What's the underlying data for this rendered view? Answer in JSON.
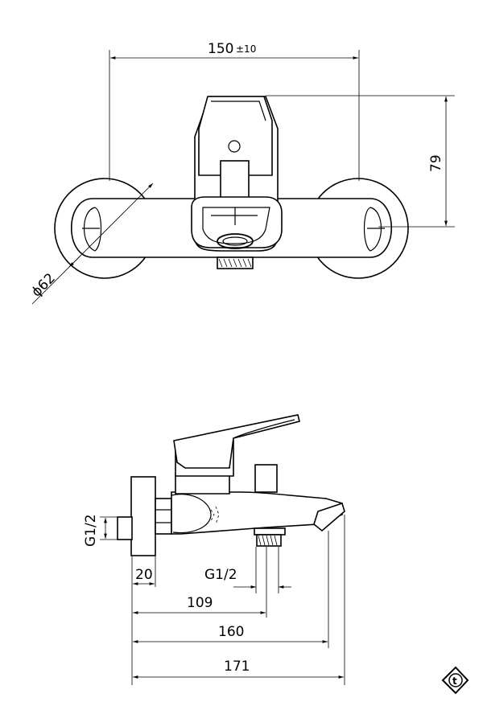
{
  "top_view": {
    "width_dim": {
      "value": "150",
      "tolerance": "±10"
    },
    "height_dim": "79",
    "diameter_dim": "ϕ62"
  },
  "side_view": {
    "thread_inlet": "G1/2",
    "thread_outlet": "G1/2",
    "dim_20": "20",
    "dim_109": "109",
    "dim_160": "160",
    "dim_171": "171"
  },
  "logo": {
    "letter": "t"
  }
}
